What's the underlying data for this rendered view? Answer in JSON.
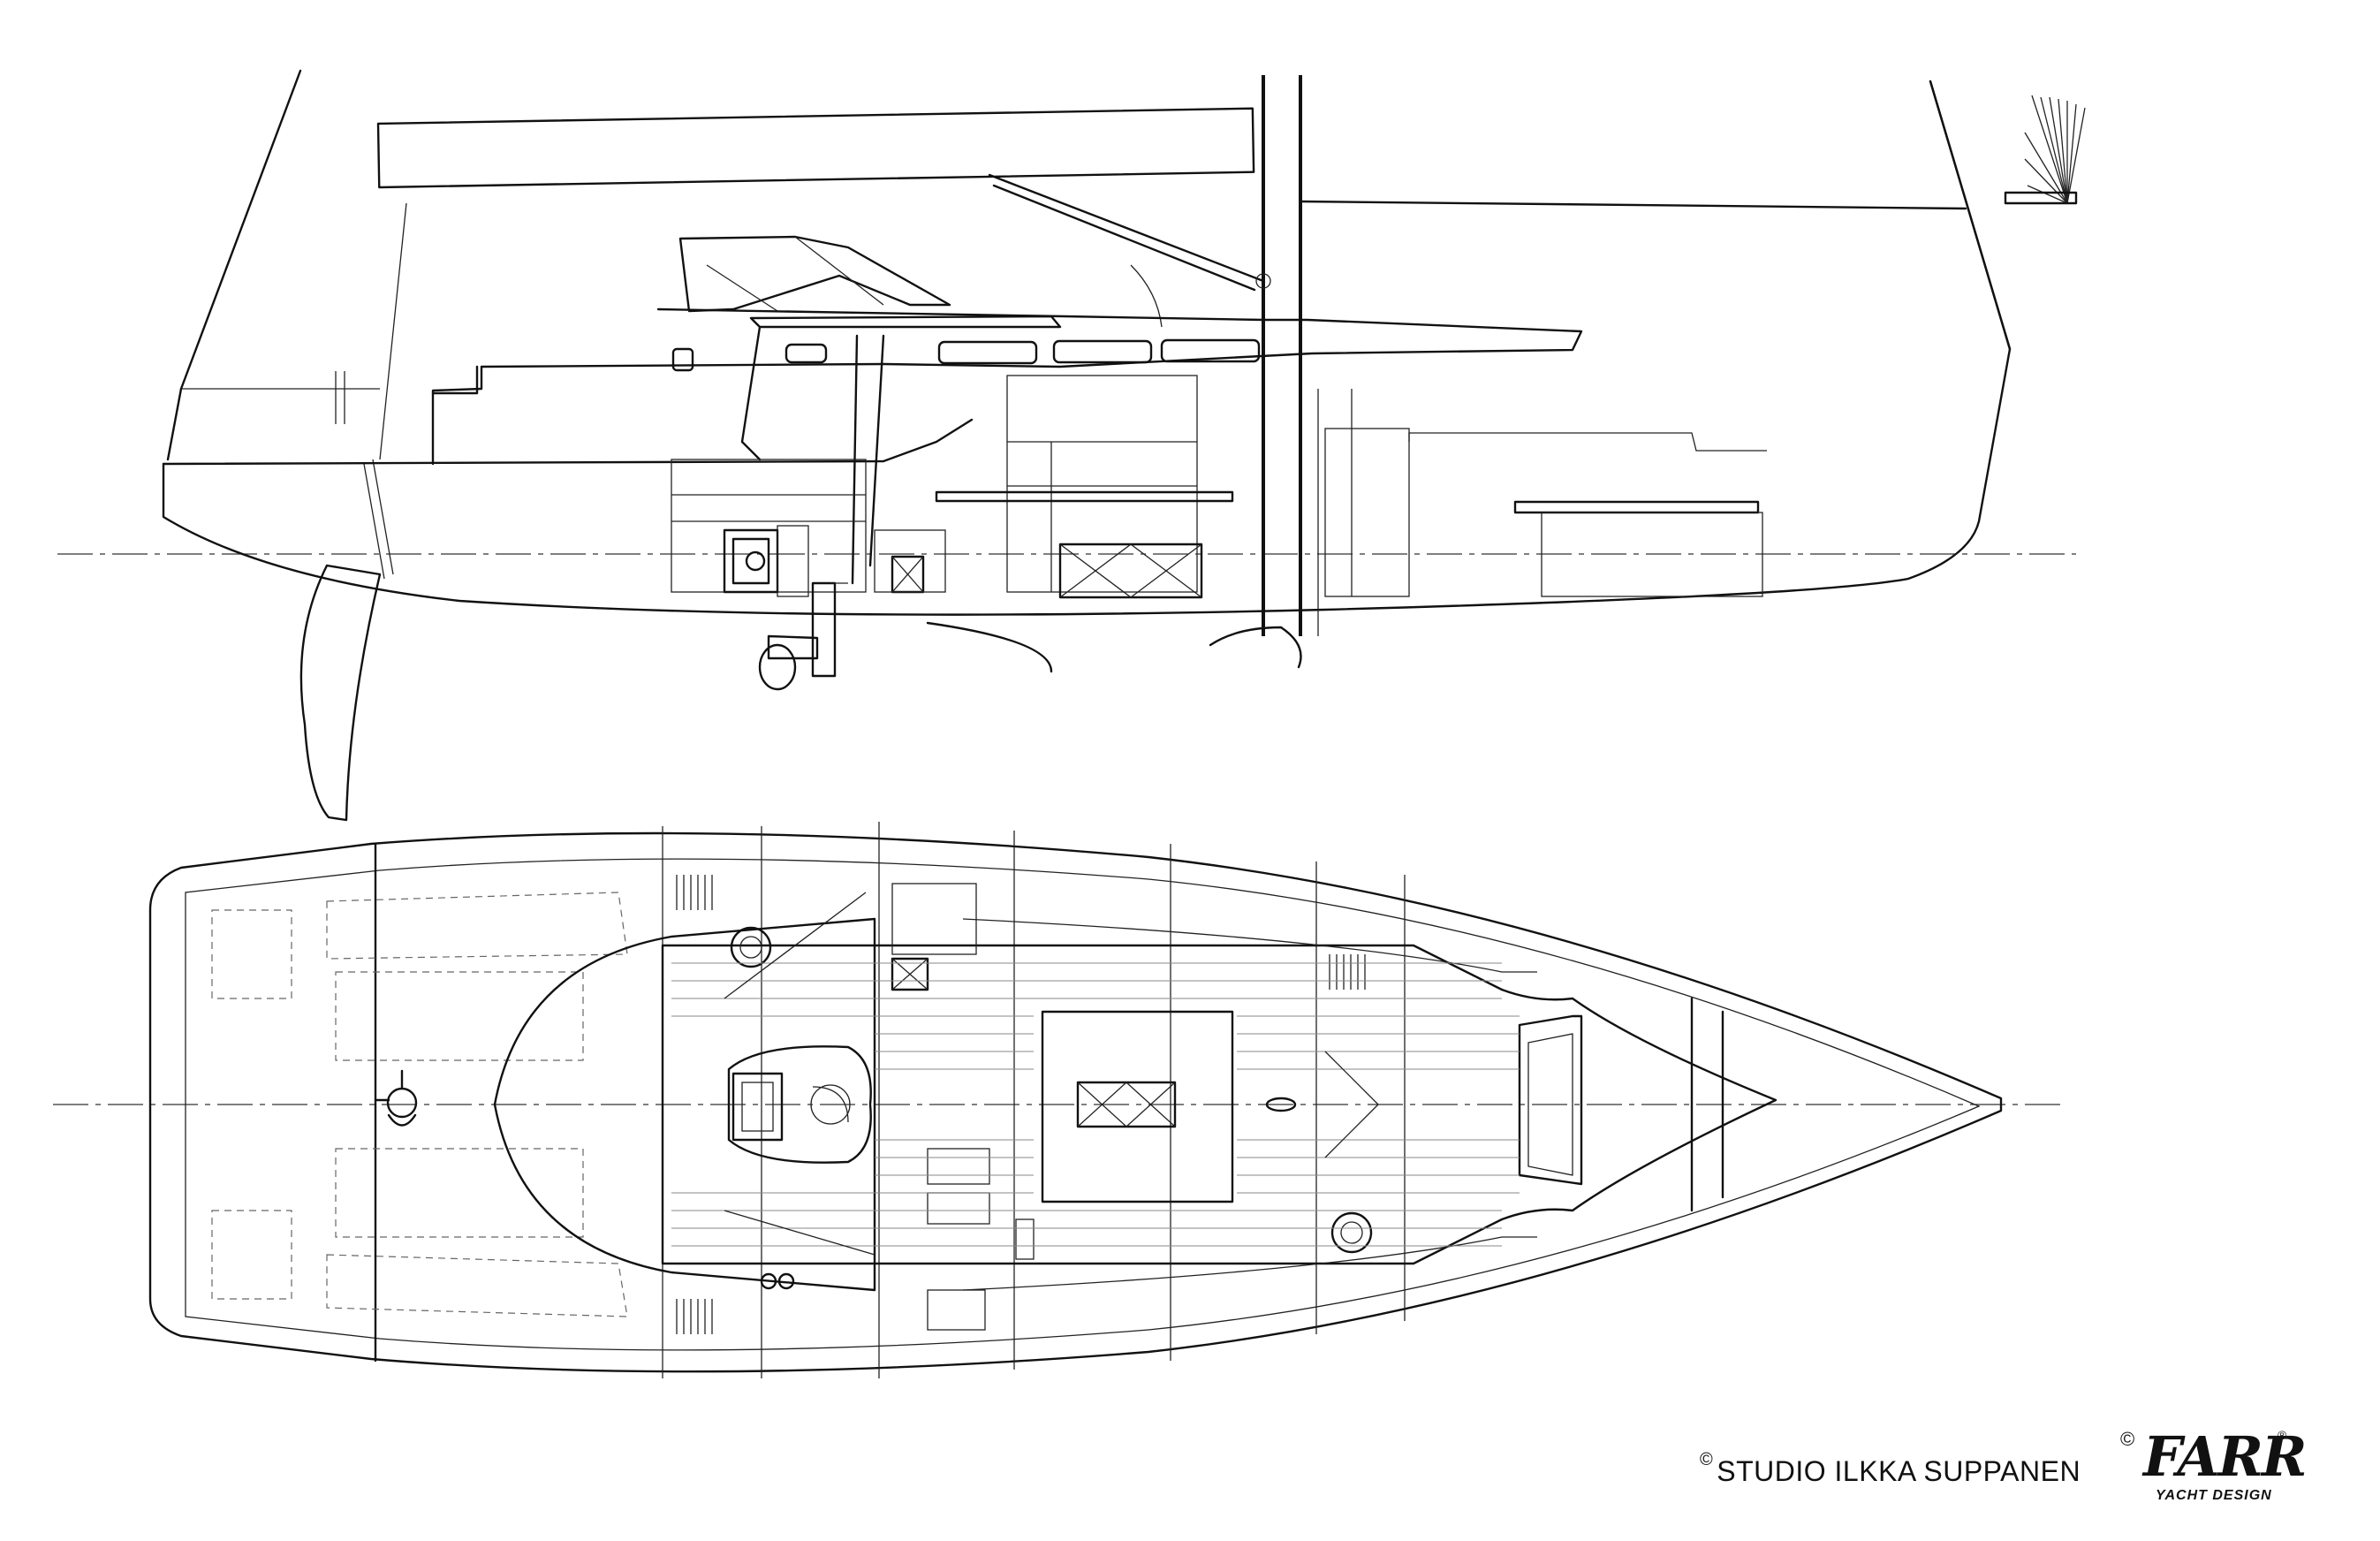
{
  "copyright": {
    "symbol": "©",
    "studio": "STUDIO ILKKA SUPPANEN"
  },
  "logo": {
    "symbol": "©",
    "word": "FARR",
    "registered": "®",
    "subtitle": "YACHT DESIGN"
  }
}
